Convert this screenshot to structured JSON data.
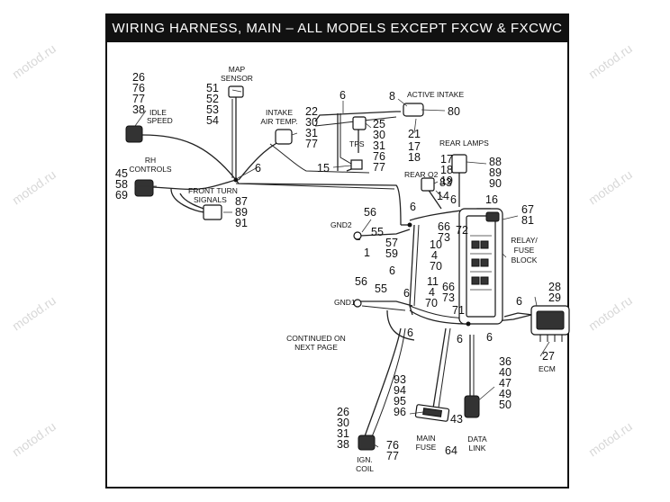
{
  "title": "WIRING HARNESS, MAIN – ALL MODELS EXCEPT FXCW & FXCWC",
  "watermark": "motod.ru",
  "labels": {
    "map_sensor": [
      "MAP",
      "SENSOR"
    ],
    "idle_speed": [
      "IDLE",
      "SPEED"
    ],
    "intake_air_temp": [
      "INTAKE",
      "AIR TEMP."
    ],
    "active_intake": "ACTIVE INTAKE",
    "tps": "TPS",
    "rear_lamps": "REAR LAMPS",
    "rh_controls": [
      "RH",
      "CONTROLS"
    ],
    "rear_o2": "REAR O2",
    "front_turn_signals": [
      "FRONT TURN",
      "SIGNALS"
    ],
    "gnd2": "GND2",
    "gnd1": "GND1",
    "relay_fuse_block": [
      "RELAY/",
      "FUSE",
      "BLOCK"
    ],
    "continued": [
      "CONTINUED ON",
      "NEXT PAGE"
    ],
    "ecm": "ECM",
    "main_fuse": [
      "MAIN",
      "FUSE"
    ],
    "data_link": [
      "DATA",
      "LINK"
    ],
    "ign_coil": [
      "IGN.",
      "COIL"
    ]
  },
  "callouts": {
    "idle_nums": [
      "26",
      "76",
      "77",
      "38"
    ],
    "map_nums": [
      "51",
      "52",
      "53",
      "54"
    ],
    "iat_nums": [
      "22",
      "30",
      "31",
      "77"
    ],
    "tps_top": "6",
    "tps_nums": [
      "25",
      "30",
      "31",
      "76",
      "77"
    ],
    "active_top": "8",
    "active_right": "80",
    "active_nums": [
      "21",
      "17",
      "18"
    ],
    "rear_lamp_nums": [
      "17",
      "18",
      "19"
    ],
    "rear_lamp_right": [
      "88",
      "89",
      "90"
    ],
    "n15": "15",
    "rh_nums": [
      "45",
      "58",
      "69"
    ],
    "n6_front": "6",
    "fts_nums": [
      "87",
      "89",
      "91"
    ],
    "o2_num": "83",
    "n14": "14",
    "n6_o2": "6",
    "n16": "16",
    "block_right": [
      "67",
      "81"
    ],
    "gnd2_nums": [
      "56",
      "55",
      "1"
    ],
    "n6_gnd2": "6",
    "harness_nums_a": [
      "66",
      "73",
      "72",
      "10",
      "4",
      "70"
    ],
    "n57_59": [
      "57",
      "59"
    ],
    "n6_mid": "6",
    "harness_nums_b": [
      "11",
      "4",
      "70",
      "66",
      "73",
      "71"
    ],
    "gnd1_nums": [
      "56",
      "55"
    ],
    "n6_low": [
      "6",
      "6",
      "6",
      "6"
    ],
    "n6_ecm": "6",
    "ecm_nums": [
      "28",
      "29",
      "27"
    ],
    "data_nums": [
      "36",
      "40",
      "47",
      "49",
      "50",
      "43"
    ],
    "fuse_nums": [
      "93",
      "94",
      "95",
      "96",
      "64"
    ],
    "coil_nums": [
      "26",
      "30",
      "31",
      "38",
      "76",
      "77"
    ]
  }
}
